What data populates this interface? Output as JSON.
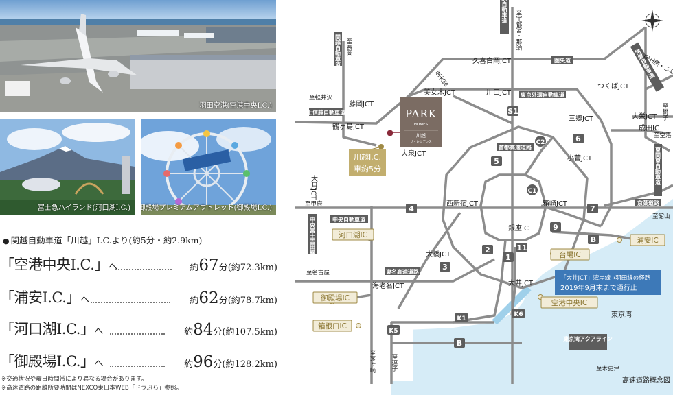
{
  "photos": {
    "haneda_caption": "羽田空港(空港中央I.C.)",
    "fujikyu_caption": "富士急ハイランド(河口湖I.C.)",
    "gotemba_caption": "御殿場プレミアムアウトレット(御殿場I.C.)"
  },
  "access": {
    "lead_text": "関越自動車道「川越」I.C.より(約5分・約2.9km)",
    "routes": [
      {
        "destination": "「空港中央I.C.」",
        "suffix": "へ",
        "minutes": "67",
        "min_unit": "分",
        "distance": "(約72.3km)"
      },
      {
        "destination": "「浦安I.C.」",
        "suffix": "へ",
        "minutes": "62",
        "min_unit": "分",
        "distance": "(約78.7km)"
      },
      {
        "destination": "「河口湖I.C.」",
        "suffix": "へ",
        "minutes": "84",
        "min_unit": "分",
        "distance": "(約107.5km)"
      },
      {
        "destination": "「御殿場I.C.」",
        "suffix": "へ",
        "minutes": "96",
        "min_unit": "分",
        "distance": "(約128.2km)"
      }
    ],
    "note_1": "※交通状況や曜日時間帯により異なる場合があります。",
    "note_2": "※高速道路の距離所要時間はNEXCO東日本WEB「ドラぷら」参照。"
  },
  "map": {
    "title": "高速道路概念図",
    "colors": {
      "road": "#8c8c8c",
      "badge": "#5d5d5d",
      "ic_gold": "#9f8a45",
      "sea": "#d6ecf7",
      "notice": "#3d79b8"
    },
    "property": {
      "brand": "PARK",
      "sub": "HOMES",
      "name": "川越",
      "tag": "ザ・レジデンス"
    },
    "kawagoe_ic_label": "川越I.C.",
    "kawagoe_ic_time": "車約5分",
    "notice_line1": "「大井JCT」湾岸線→羽田線の経路",
    "notice_line2": "2019年9月末まで通行止",
    "junctions": {
      "kuki_shiraoka": "久喜白岡JCT",
      "tsukuba": "つくばJCT",
      "miyoshino": "美女木JCT",
      "kawaguchi": "川口JCT",
      "fujioka": "藤岡JCT",
      "tsurugashima": "鶴ヶ島JCT",
      "misato": "三郷JCT",
      "oei": "大栄JCT",
      "kosuge": "小菅JCT",
      "otsuki": "大月JCT",
      "nishishinjuku": "西新宿JCT",
      "hakozaki": "箱崎JCT",
      "ohashi": "大橋JCT",
      "ebina": "海老名JCT",
      "oi": "大井JCT"
    },
    "ics": {
      "narita": "成田IC",
      "oizumi": "大泉JCT",
      "ginza": "銀座IC",
      "kawaguchiko": "河口湖IC",
      "odaiba": "台場IC",
      "urayasu": "浦安IC",
      "gotemba": "御殿場IC",
      "kuko_chuo": "空港中央IC",
      "hakone": "箱根口IC"
    },
    "destinations": {
      "shirakawa_ikeda": "至宇都宮・那須",
      "nagano": "至長岡",
      "karuizawa": "至軽井沢",
      "kofu": "至甲府",
      "nagoya": "至名古屋",
      "omiya": "至大宮",
      "mito": "至土浦・いわき",
      "choshi": "至銚子",
      "chiba_airport": "至空港",
      "kisarazu": "至木更津",
      "sagami": "至茅ヶ崎",
      "zushi": "至逗子",
      "tateyama": "至館山"
    },
    "expressways": {
      "tohoku": "東北自動車道",
      "kan_etsu": "関越自動車道",
      "joshin": "上信越自動車道",
      "ken_o": "圏央道",
      "gaikan": "東京外環自動車道",
      "joban": "常磐自動車道",
      "higashi_kanto": "東関東自動車道",
      "shuto": "首都高速道路",
      "chuo": "中央自動車道",
      "fuji_yoshida": "中央富士吉田線",
      "tomei": "東名高速道路",
      "keiyo": "京葉道路",
      "aqualine": "東京湾アクアライン"
    },
    "bay_label": "東京湾",
    "route_numbers": [
      "S1",
      "C2",
      "6",
      "5",
      "C1",
      "4",
      "7",
      "9",
      "2",
      "11",
      "1",
      "3",
      "B",
      "K1",
      "K6",
      "K5"
    ]
  }
}
